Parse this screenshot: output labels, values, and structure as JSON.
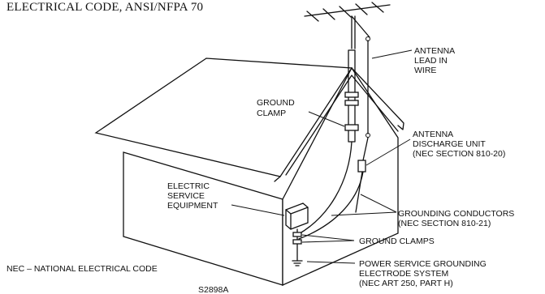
{
  "header": {
    "text": "ELECTRICAL CODE, ANSI/NFPA 70"
  },
  "labels": {
    "antenna_lead_in_wire": [
      "ANTENNA",
      "LEAD IN",
      "WIRE"
    ],
    "ground_clamp": [
      "GROUND",
      "CLAMP"
    ],
    "antenna_discharge_unit": [
      "ANTENNA",
      "DISCHARGE UNIT",
      "(NEC SECTION 810-20)"
    ],
    "electric_service_equipment": [
      "ELECTRIC",
      "SERVICE",
      "EQUIPMENT"
    ],
    "grounding_conductors": [
      "GROUNDING CONDUCTORS",
      "(NEC SECTION 810-21)"
    ],
    "ground_clamps": [
      "GROUND CLAMPS"
    ],
    "power_service_grounding": [
      "POWER SERVICE GROUNDING",
      "ELECTRODE SYSTEM",
      "(NEC ART 250, PART H)"
    ],
    "nec_note": "NEC – NATIONAL ELECTRICAL CODE",
    "figure_code": "S2898A"
  },
  "colors": {
    "line": "#111111",
    "background": "#ffffff"
  }
}
